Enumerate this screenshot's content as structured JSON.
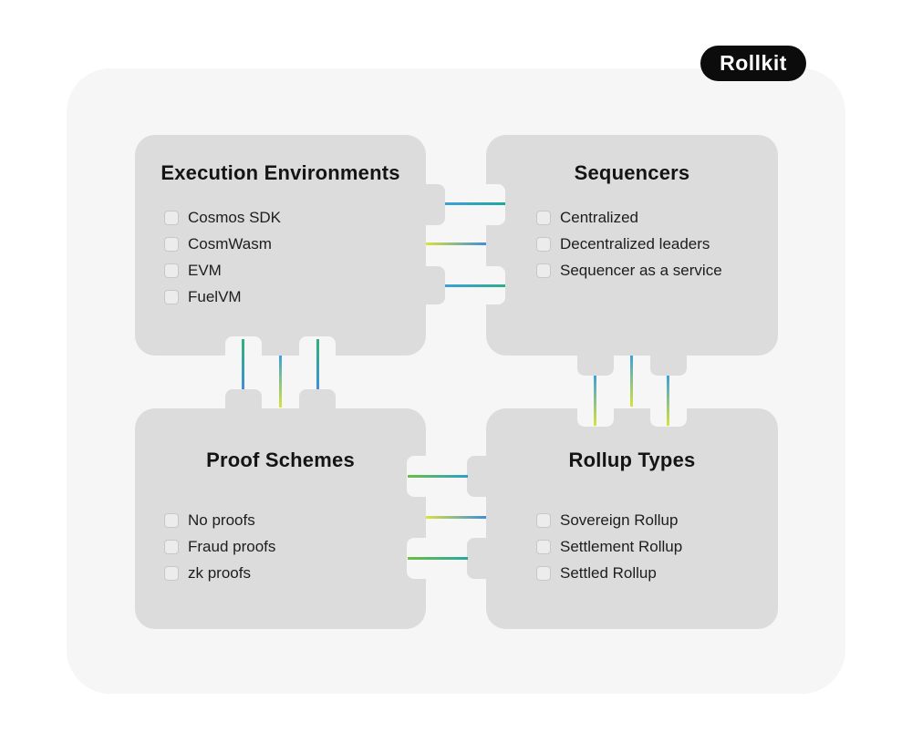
{
  "badge": {
    "label": "Rollkit"
  },
  "colors": {
    "page_bg": "#ffffff",
    "panel_bg": "#f6f6f6",
    "card_bg": "#dcdcdc",
    "badge_bg": "#0c0c0c",
    "badge_text": "#ffffff",
    "text": "#1d1d1d",
    "connector_blue": "#3e9fdb",
    "connector_teal": "#21a79a",
    "connector_green": "#2fb376",
    "connector_yellow": "#d9e23c"
  },
  "boxes": {
    "execution_environments": {
      "title": "Execution Environments",
      "items": [
        "Cosmos SDK",
        "CosmWasm",
        "EVM",
        "FuelVM"
      ]
    },
    "sequencers": {
      "title": "Sequencers",
      "items": [
        "Centralized",
        "Decentralized leaders",
        "Sequencer as a service"
      ]
    },
    "proof_schemes": {
      "title": "Proof Schemes",
      "items": [
        "No proofs",
        "Fraud proofs",
        "zk proofs"
      ]
    },
    "rollup_types": {
      "title": "Rollup Types",
      "items": [
        "Sovereign Rollup",
        "Settlement Rollup",
        "Settled Rollup"
      ]
    }
  }
}
